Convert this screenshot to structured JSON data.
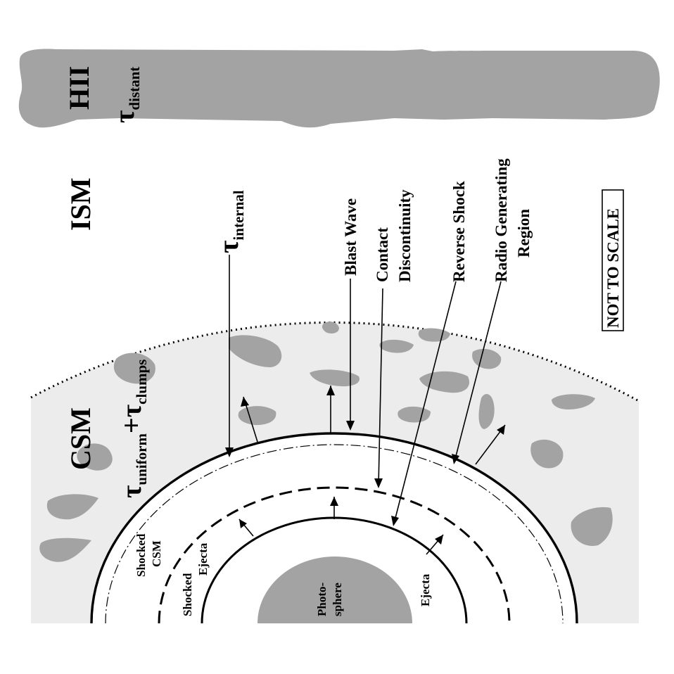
{
  "labels": {
    "hii": "HII",
    "ism": "ISM",
    "csm": "CSM",
    "not_to_scale": "NOT TO SCALE",
    "blast_wave": "Blast Wave",
    "contact_1": "Contact",
    "contact_2": "Discontinuity",
    "reverse_shock": "Reverse Shock",
    "radio_1": "Radio Generating",
    "radio_2": "Region",
    "shocked_csm_1": "Shocked",
    "shocked_csm_2": "CSM",
    "shocked_ejecta_1": "Shocked",
    "shocked_ejecta_2": "Ejecta",
    "ejecta": "Ejecta",
    "photo_1": "Photo-",
    "photo_2": "sphere"
  },
  "tau": {
    "symbol": "τ",
    "distant": "distant",
    "internal": "internal",
    "uniform": "uniform",
    "plus": "+",
    "clumps": "clumps"
  },
  "colors": {
    "csm_fill": "#ececec",
    "clump": "#a3a3a3",
    "line": "#000000",
    "ejecta_fill": "#ffffff"
  }
}
